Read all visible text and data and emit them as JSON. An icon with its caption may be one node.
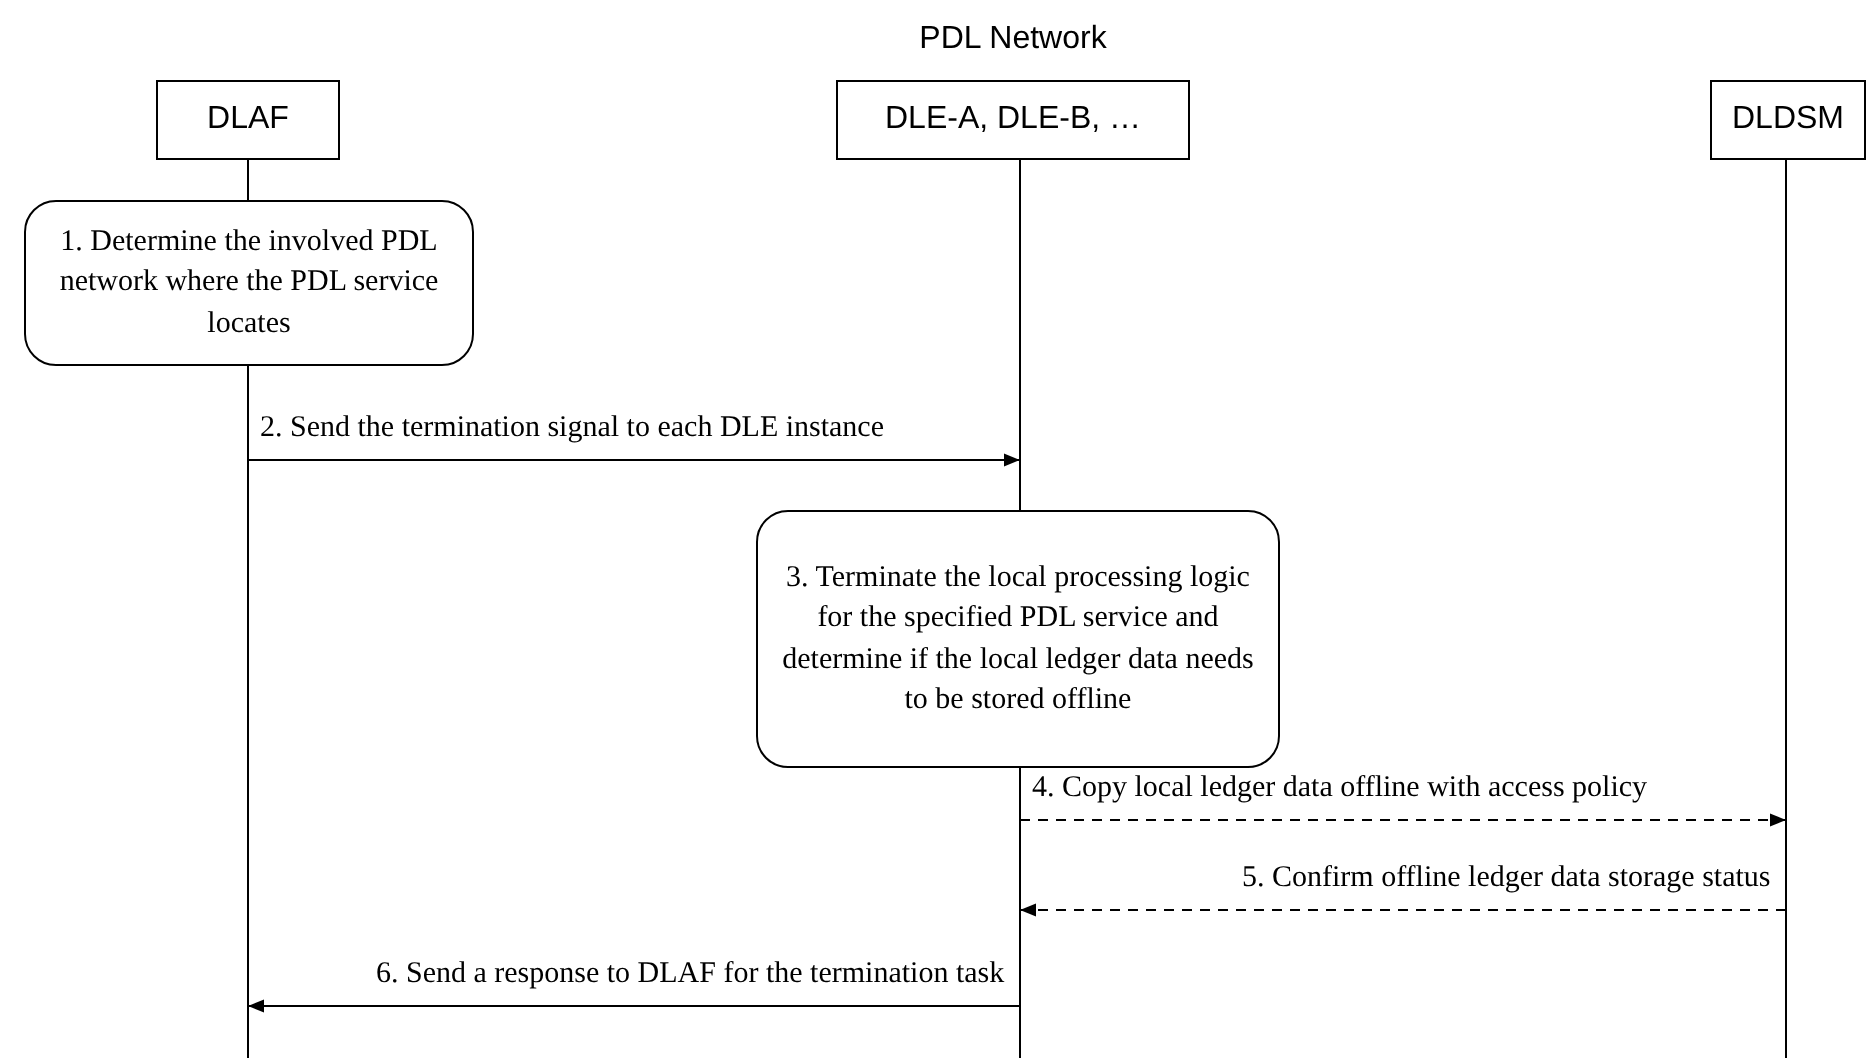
{
  "diagram": {
    "nodes": [
      {
        "text": [
          "DLAF"
        ]
      },
      {
        "text": [
          "PDL Network",
          "DLE-A, DLE-B, …"
        ]
      },
      {
        "text": [
          "DLDSM"
        ]
      },
      {
        "text": [
          "1. Determine the involved PDL network where the PDL service locates"
        ]
      },
      {
        "text": [
          "3. Terminate the local processing logic for the specified PDL service and determine if the local ledger data needs to be stored offline"
        ]
      }
    ],
    "edges": [
      {
        "from": 0,
        "to": 1,
        "arrow": "to",
        "label": "2. Send the termination signal to each DLE instance"
      },
      {
        "from": 1,
        "to": 2,
        "arrow": "to",
        "label": "4. Copy local ledger data offline with access policy",
        "style": "dashed"
      },
      {
        "from": 2,
        "to": 1,
        "arrow": "to",
        "label": "5. Confirm offline ledger data storage status",
        "style": "dashed"
      },
      {
        "from": 1,
        "to": 0,
        "arrow": "to",
        "label": "6. Send a response to DLAF for the termination task"
      }
    ]
  }
}
